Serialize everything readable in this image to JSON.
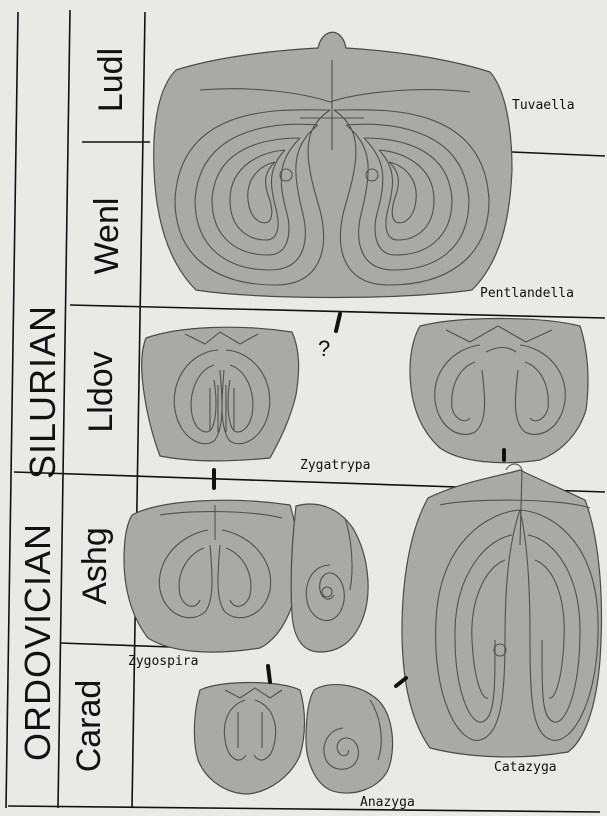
{
  "periods": [
    {
      "id": "silurian",
      "label": "SILURIAN"
    },
    {
      "id": "ordovician",
      "label": "ORDOVICIAN"
    }
  ],
  "stages": [
    {
      "id": "ludl",
      "label": "Ludl"
    },
    {
      "id": "wenl",
      "label": "Wenl"
    },
    {
      "id": "lldov",
      "label": "Lldov"
    },
    {
      "id": "ashg",
      "label": "Ashg"
    },
    {
      "id": "carad",
      "label": "Carad"
    }
  ],
  "genera": [
    {
      "id": "tuvaella",
      "label": "Tuvaella"
    },
    {
      "id": "pentlandella",
      "label": "Pentlandella"
    },
    {
      "id": "zygatrypa",
      "label": "Zygatrypa"
    },
    {
      "id": "zygospira",
      "label": "Zygospira"
    },
    {
      "id": "catazyga",
      "label": "Catazyga"
    },
    {
      "id": "anazyga",
      "label": "Anazyga"
    }
  ],
  "uncertain_link": "?",
  "colors": {
    "shell": "#a9a9a5",
    "outline": "#4a4a48",
    "paper": "#e9e9e5",
    "ink": "#111111"
  }
}
